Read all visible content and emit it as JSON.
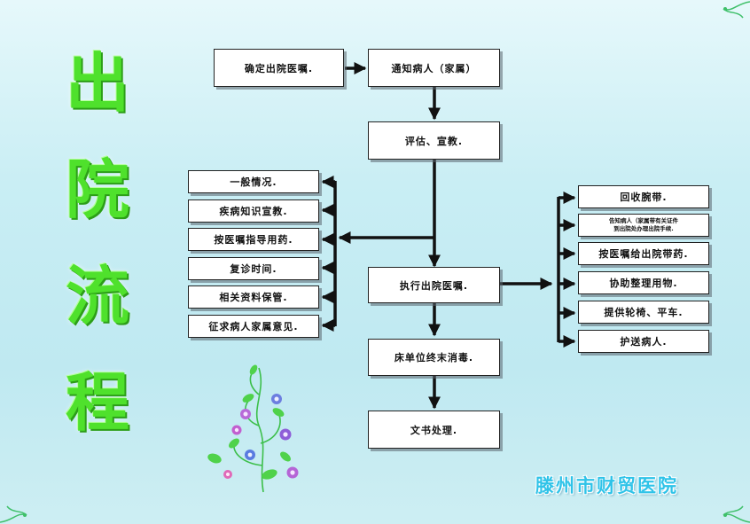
{
  "title_chars": [
    "出",
    "院",
    "流",
    "程"
  ],
  "hospital": "滕州市财贸医院",
  "steps": {
    "confirm_order": "确定出院医嘱.",
    "notify_patient": "通知病人（家属）",
    "assess_educate": "评估、宣教.",
    "execute_order": "执行出院医嘱.",
    "disinfect_bed": "床单位终末消毒.",
    "documents": "文书处理."
  },
  "left_items": [
    "一般情况.",
    "疾病知识宣教.",
    "按医嘱指导用药.",
    "复诊时间.",
    "相关资料保管.",
    "征求病人家属意见."
  ],
  "right_items": {
    "collect_wristband": "回收腕带.",
    "inform_line1": "告知病人（家属带有关证件",
    "inform_line2": "到出院处办理出院手续.",
    "discharge_meds": "按医嘱给出院带药.",
    "organize_items": "协助整理用物.",
    "provide_wheelchair": "提供轮椅、平车.",
    "escort_patient": "护送病人."
  },
  "colors": {
    "title_green": "#4fe12c",
    "hospital_blue": "#2fc3e8",
    "background": "#c9eef4",
    "arrow": "#111111"
  }
}
